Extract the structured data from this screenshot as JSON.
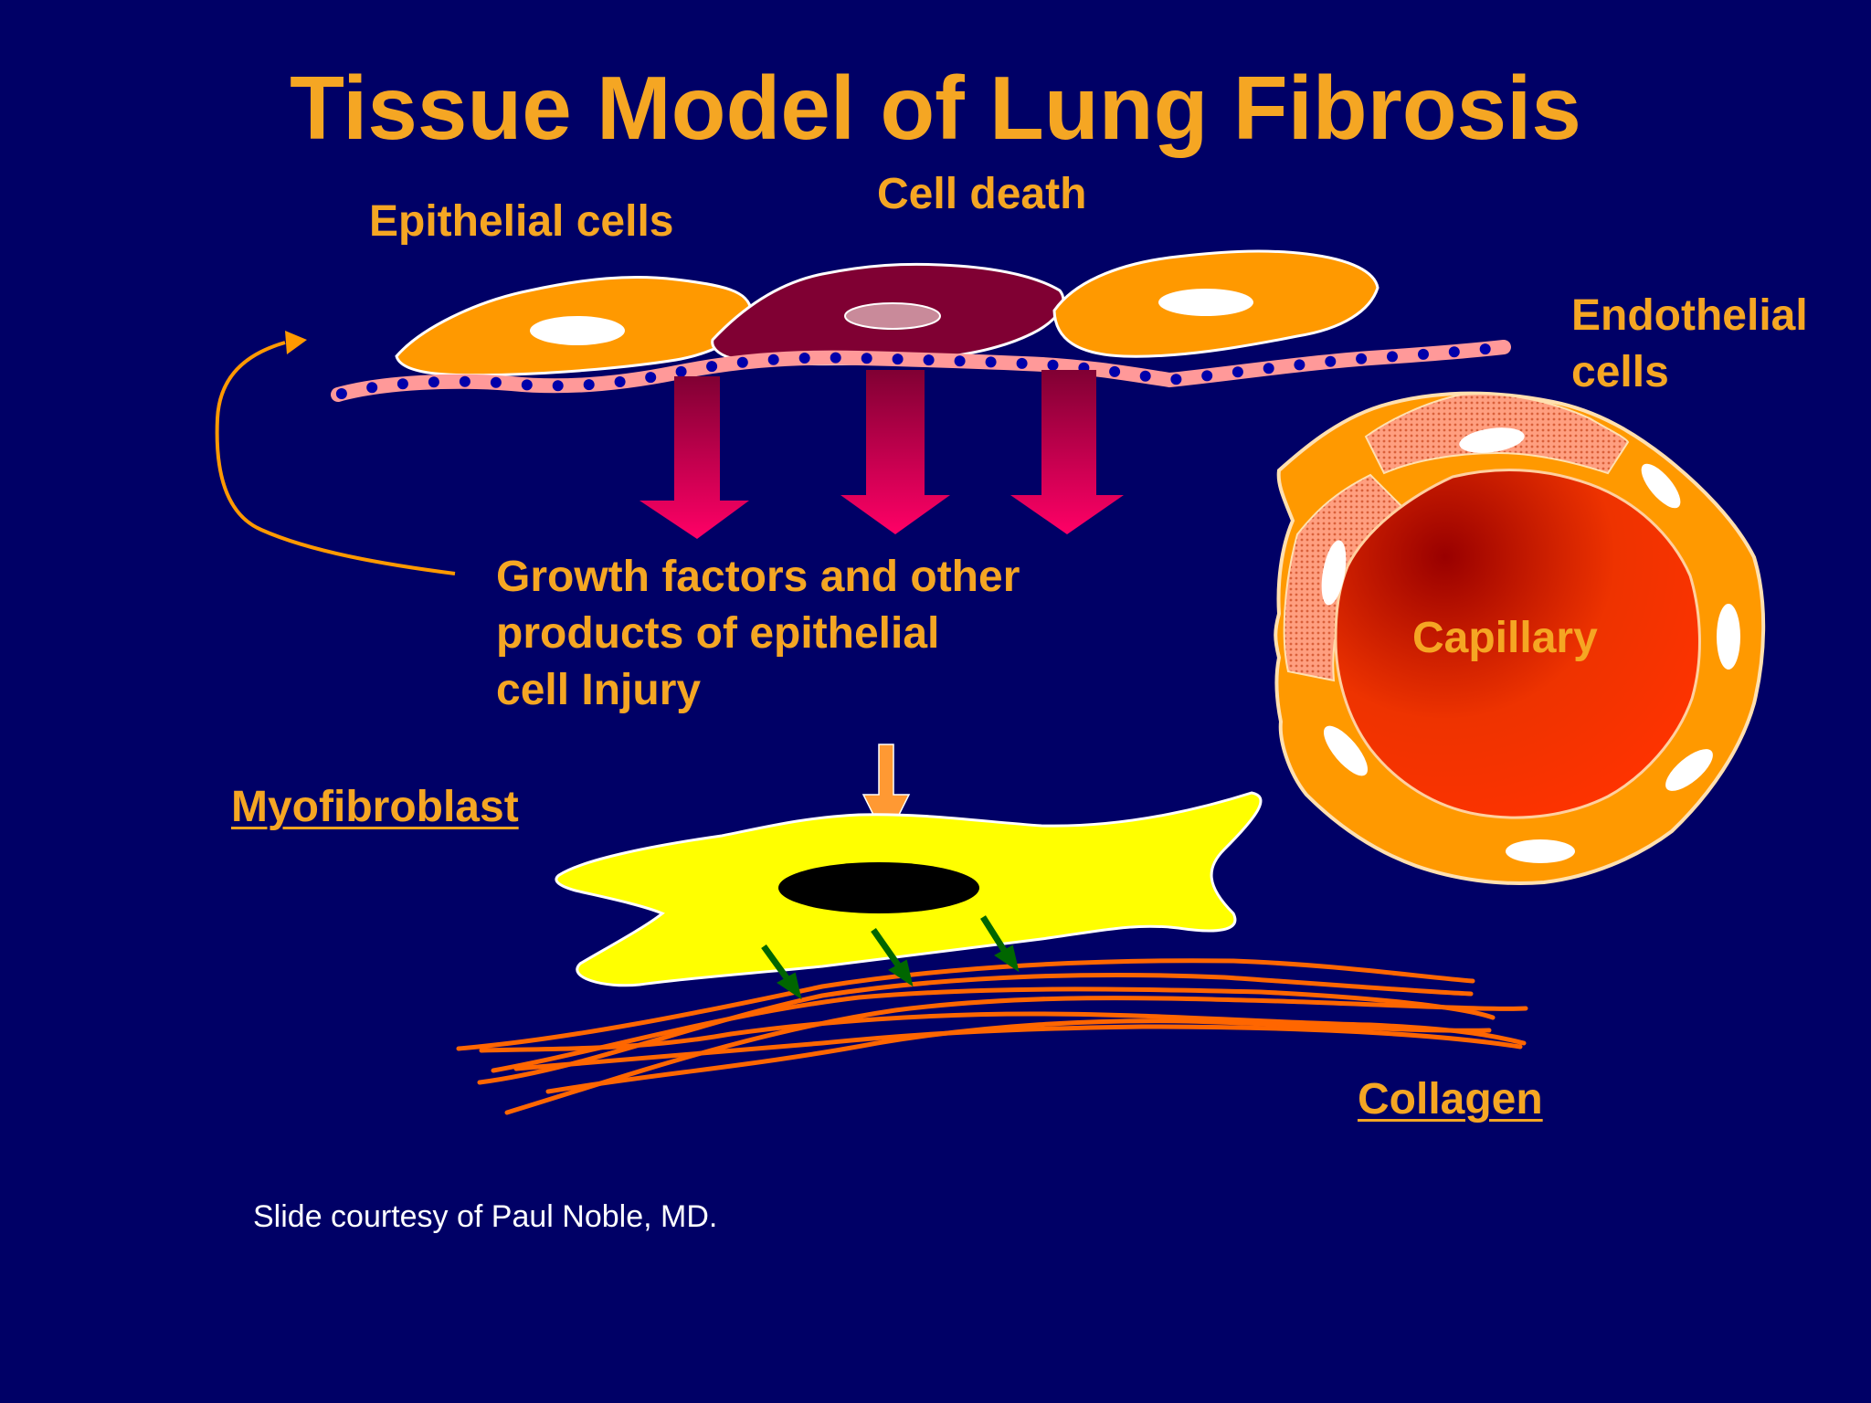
{
  "slide": {
    "title": "Tissue Model of Lung Fibrosis",
    "labels": {
      "epithelial_cells": "Epithelial cells",
      "cell_death": "Cell death",
      "endothelial_line1": "Endothelial",
      "endothelial_line2": "cells",
      "growth_line1": "Growth factors and other",
      "growth_line2": "products of epithelial",
      "growth_line3": "cell Injury",
      "capillary": "Capillary",
      "myofibroblast": "Myofibroblast",
      "collagen": "Collagen"
    },
    "credit": "Slide courtesy of Paul Noble, MD."
  },
  "colors": {
    "background": "#000066",
    "label_orange": "#f5a623",
    "epithelial_cell": "#ff9900",
    "dead_cell": "#800033",
    "basement_membrane": "#ff9999",
    "membrane_dots": "#0000aa",
    "arrow_gradient_top": "#800033",
    "arrow_gradient_bottom": "#ff0066",
    "myofibroblast": "#ffff00",
    "nucleus": "#000000",
    "collagen": "#ff6600",
    "small_arrows": "#006600",
    "capillary_wall": "#ff9900",
    "capillary_lumen": "#ff3300",
    "credit_text": "#ffffff"
  },
  "icons": [
    "down-arrow-icon",
    "curved-arrow-icon"
  ]
}
